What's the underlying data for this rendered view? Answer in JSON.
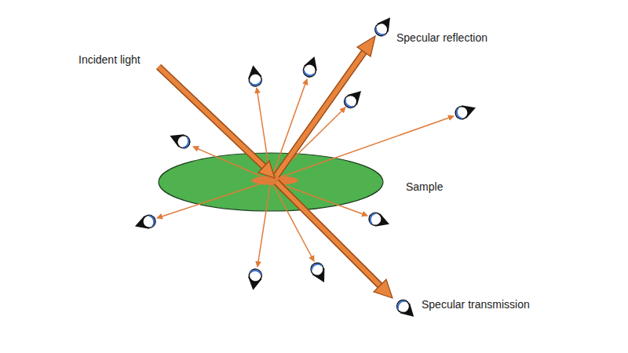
{
  "diagram": {
    "labels": [
      "Incident light",
      "Specular reflection",
      "Sample",
      "Specular transmission"
    ]
  }
}
